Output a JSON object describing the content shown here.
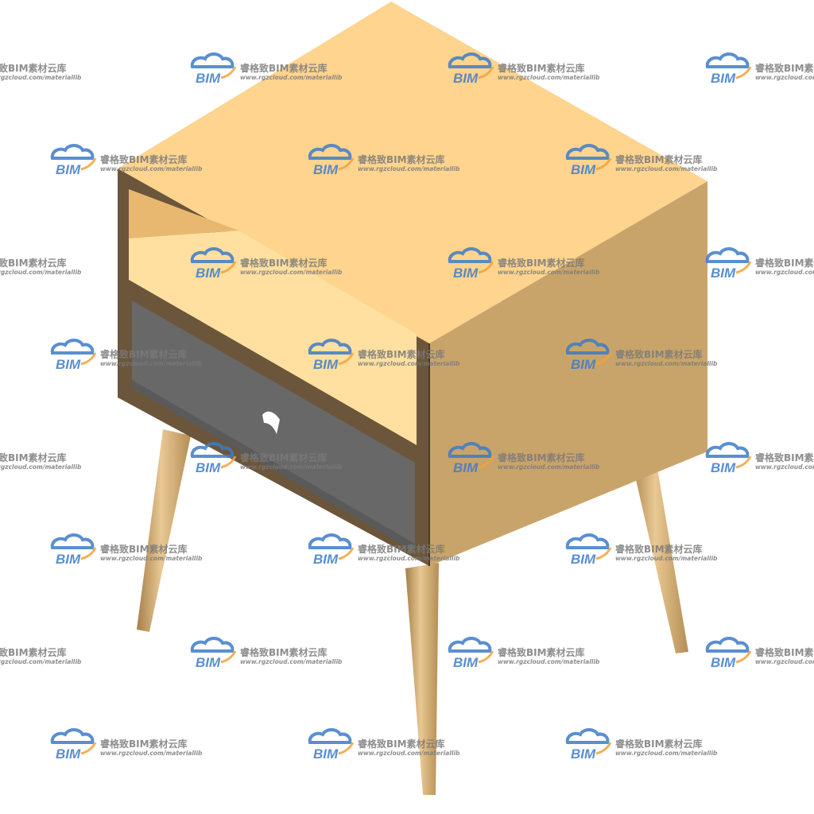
{
  "scene": {
    "subject_icon": "nightstand-render-icon",
    "colors": {
      "top": "#fed48e",
      "side": "#c9a46a",
      "front": "#ffdc96",
      "frame": "#6b563c",
      "frame_dark": "#4a3b28",
      "shelf_back": "#f8cc82",
      "shelf_floor": "#ffe0a0",
      "drawer": "#686868",
      "drawer_shade": "#5a5a5a",
      "handle": "#ffffff",
      "leg_light": "#e8c690",
      "leg_dark": "#b08850"
    }
  },
  "watermark": {
    "brand": "睿格致BIM素材云库",
    "url": "www.rgzcloud.com/materiallib",
    "logo_text": "BIM",
    "logo_icon": "cloud-logo-icon",
    "colors": {
      "text": "#7a7a7a",
      "logo_blue": "#3d7cc9",
      "logo_orange": "#f2a23a"
    }
  }
}
